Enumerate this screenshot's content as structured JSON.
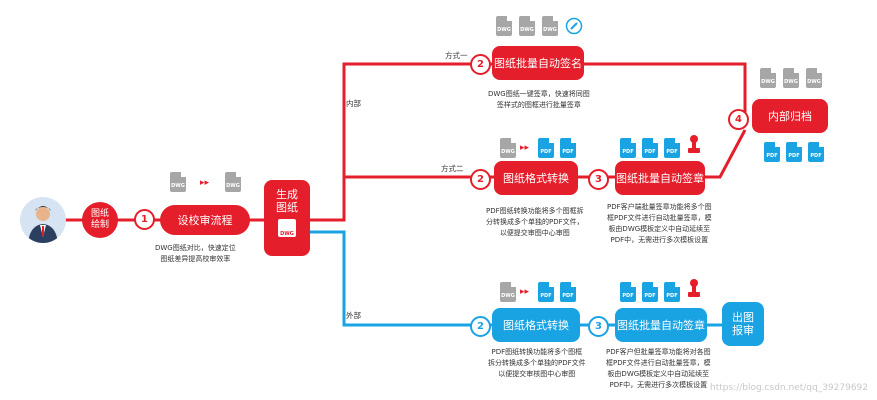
{
  "colors": {
    "red": "#e51e2b",
    "blue": "#19a3e3",
    "gray": "#a6a6a6"
  },
  "start": {
    "label": "图纸\n绘制"
  },
  "step1": {
    "num": "1",
    "label": "设校审流程",
    "desc": "DWG图纸对比，快速定位\n图纸差异提高校审效率"
  },
  "hub": {
    "label": "生成\n图纸",
    "doc": "DWG"
  },
  "branches": {
    "internal": "内部",
    "external": "外部",
    "method1": "方式一",
    "method2": "方式二"
  },
  "top": {
    "num": "2",
    "label": "图纸批量自动签名",
    "desc": "DWG图纸一键签章，快速将同图\n签样式的图框进行批量签章"
  },
  "mid2": {
    "num": "2",
    "label": "图纸格式转换",
    "desc": "PDF图纸转换功能将多个图框拆\n分转换成多个单独的PDF文件，\n以便提交审图中心审图"
  },
  "mid3": {
    "num": "3",
    "label": "图纸批量自动签章",
    "desc": "PDF客户端批量签章功能将多个图\n框PDF文件进行自动批量签章，模\n板由DWG模板定义中自动延续至\nPDF中，无需进行多次模板设置"
  },
  "archive": {
    "num": "4",
    "label": "内部归档"
  },
  "ext2": {
    "num": "2",
    "label": "图纸格式转换",
    "desc": "PDF图纸转换功能将多个图框\n拆分转换成多个单独的PDF文件\n以便提交审核图中心审图"
  },
  "ext3": {
    "num": "3",
    "label": "图纸批量自动签章",
    "desc": "PDF客户但批量签章功能将对各图\n框PDF文件进行自动批量签章，模\n板由DWG模板定义中自动延续至\nPDF中，无需进行多次模板设置"
  },
  "output": {
    "label": "出图\n报审"
  },
  "icons": {
    "dwg": "DWG",
    "pdf": "PDF"
  },
  "watermark": "https://blog.csdn.net/qq_39279692"
}
